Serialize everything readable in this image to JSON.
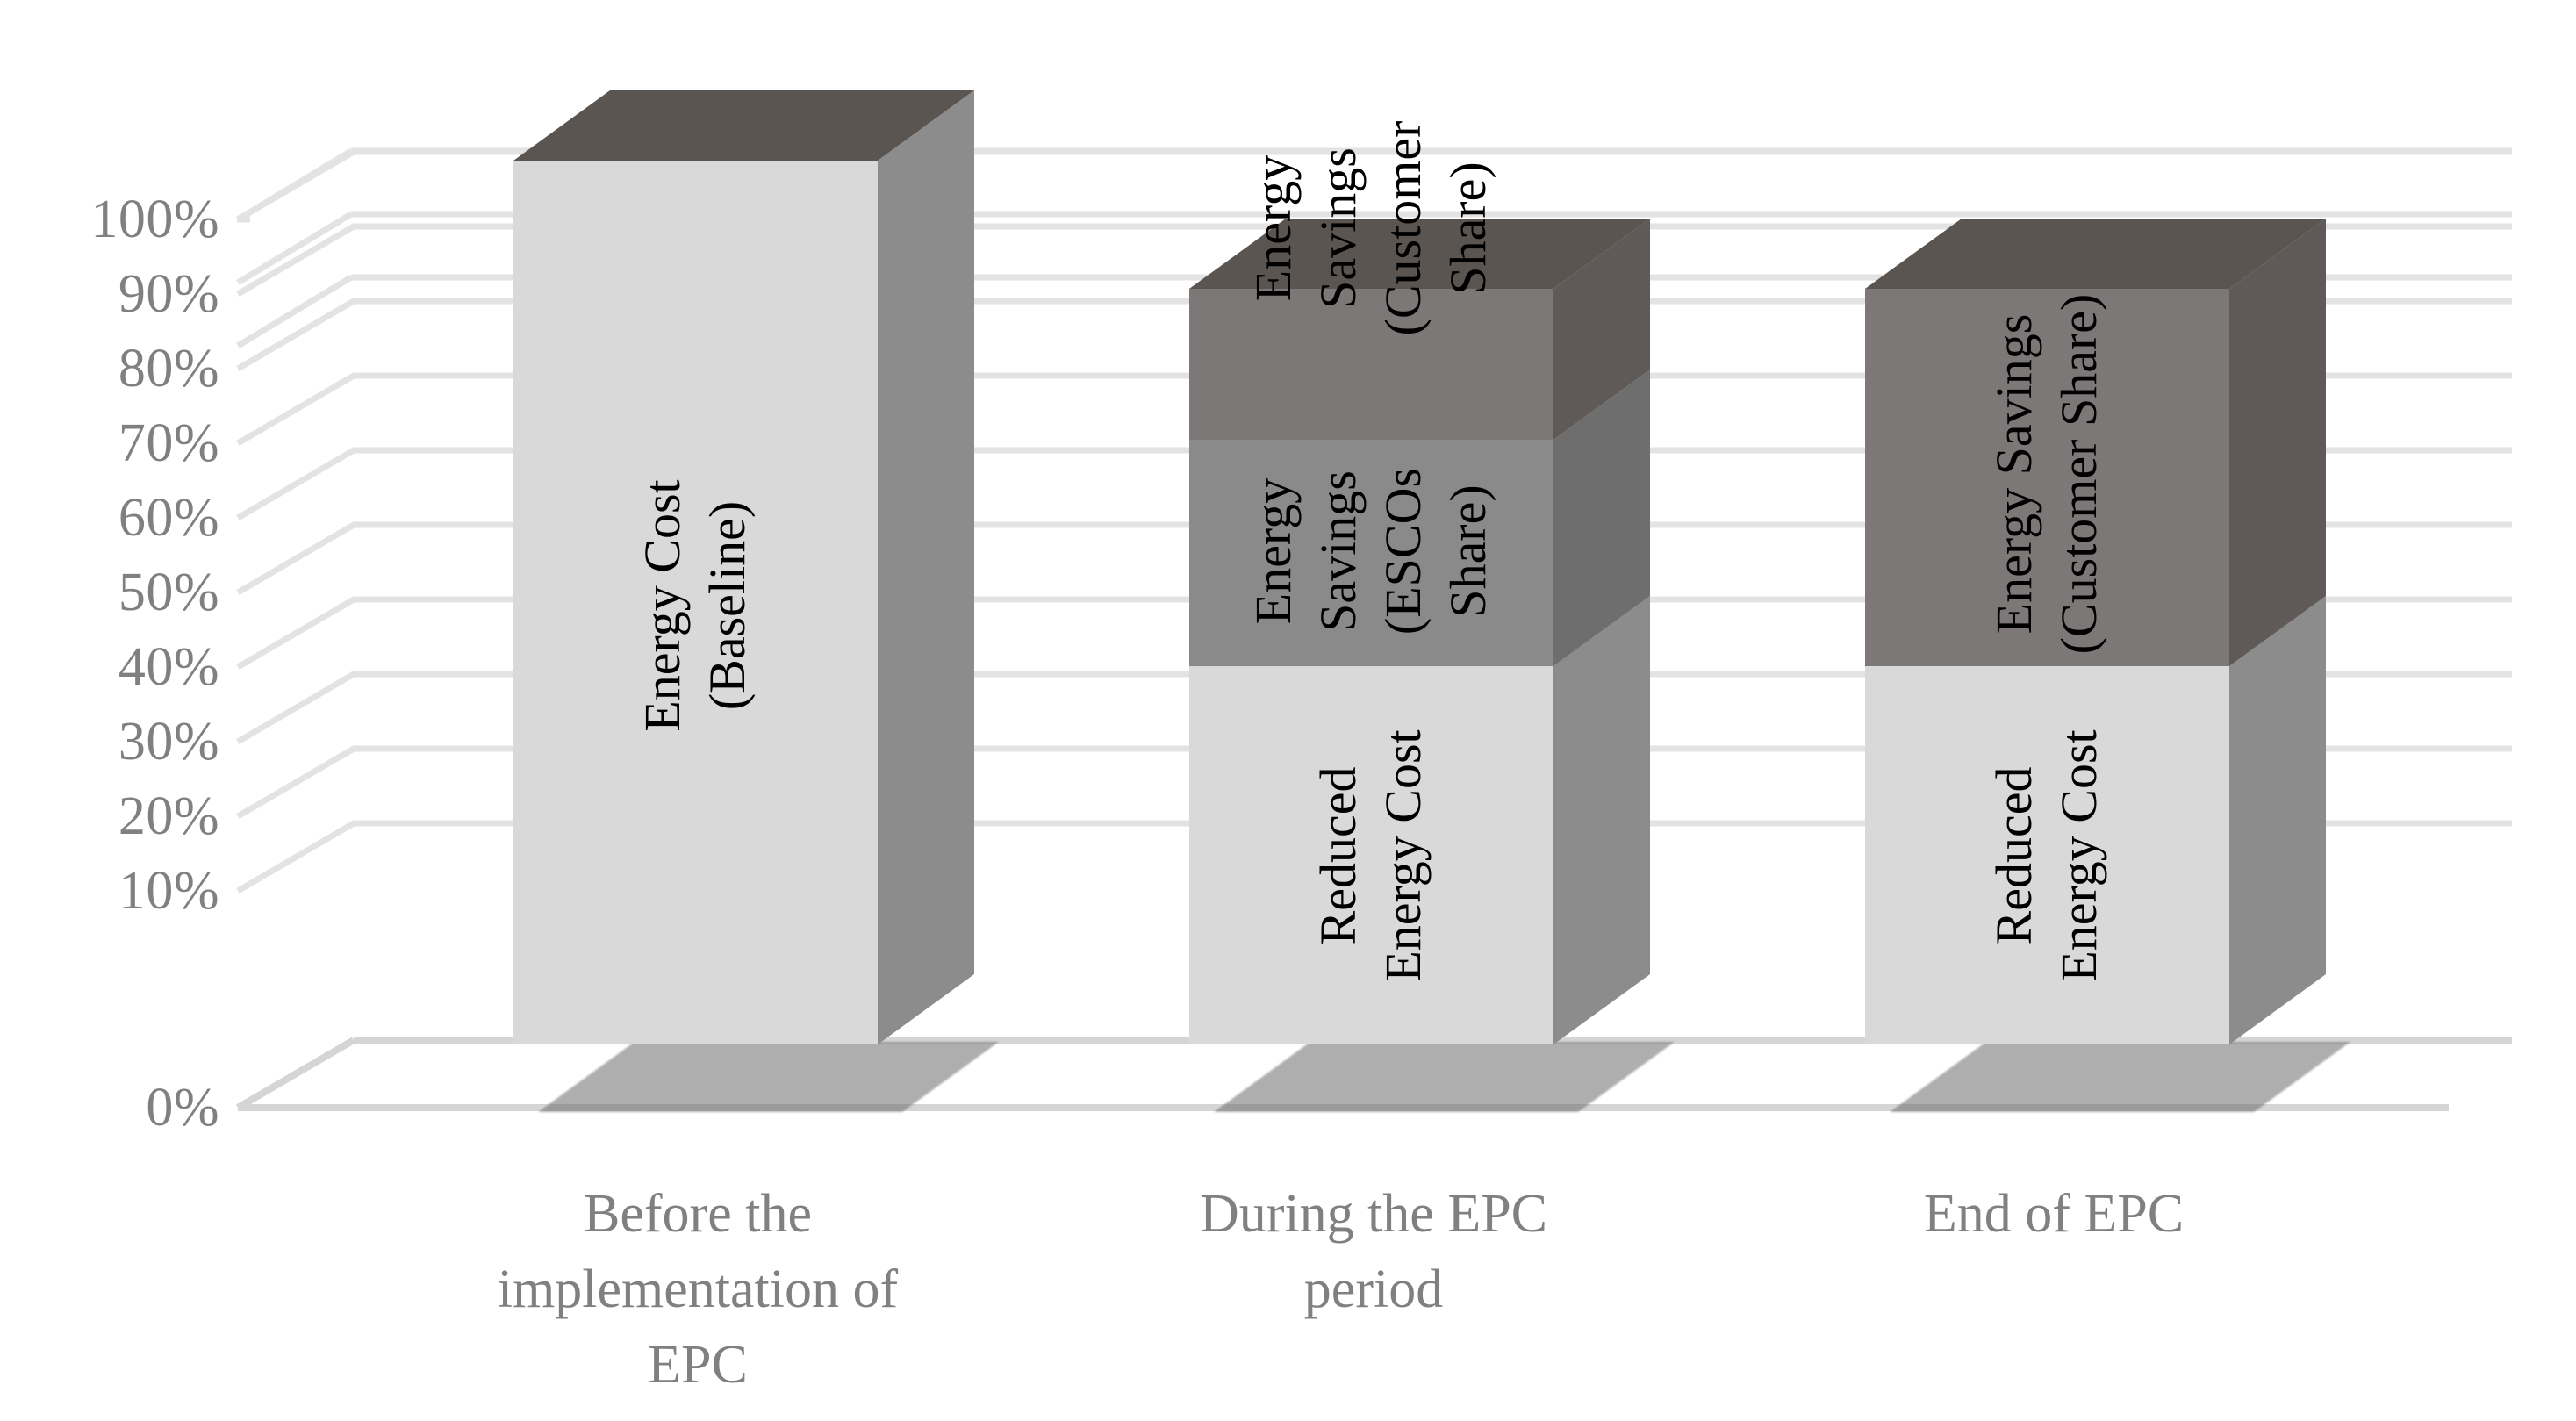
{
  "chart_data": {
    "type": "bar",
    "subtype": "stacked-column-3d",
    "title": "",
    "xlabel": "",
    "ylabel": "",
    "ylim": [
      0,
      100
    ],
    "ytick_labels": [
      "100%",
      "90%",
      "80%",
      "70%",
      "60%",
      "50%",
      "40%",
      "30%",
      "20%",
      "10%",
      "0%"
    ],
    "ytick_values": [
      100,
      90,
      80,
      70,
      60,
      50,
      40,
      30,
      20,
      10,
      0
    ],
    "grid": true,
    "legend": "none (segments labelled in place)",
    "categories": [
      "Before the\nimplementation of\nEPC",
      "During  the EPC\nperiod",
      "End of EPC"
    ],
    "series": [
      {
        "name": "Energy Cost (Baseline)",
        "values": [
          100,
          0,
          0
        ],
        "color": "#d9d9d9"
      },
      {
        "name": "Reduced Energy Cost",
        "values": [
          0,
          50,
          50
        ],
        "color": "#d9d9d9"
      },
      {
        "name": "Energy Savings (ESCOs Share)",
        "values": [
          0,
          30,
          0
        ],
        "color": "#8a8a8a"
      },
      {
        "name": "Energy Savings (Customer Share)",
        "values": [
          0,
          20,
          50
        ],
        "color": "#7d7878"
      }
    ],
    "bars": [
      {
        "category": "Before the implementation of EPC",
        "segments": [
          {
            "label": "Energy Cost\n(Baseline)",
            "from": 0,
            "to": 100,
            "color": "#d9d9d9"
          }
        ]
      },
      {
        "category": "During  the EPC period",
        "segments": [
          {
            "label": "Reduced\nEnergy Cost",
            "from": 0,
            "to": 50,
            "color": "#d9d9d9"
          },
          {
            "label": "Energy\nSavings\n(ESCOs\nShare)",
            "from": 50,
            "to": 80,
            "color": "#8a8a8a"
          },
          {
            "label": "Energy\nSavings\n(Customer\nShare)",
            "from": 80,
            "to": 100,
            "color": "#7d7878"
          }
        ]
      },
      {
        "category": "End of EPC",
        "segments": [
          {
            "label": "Reduced\nEnergy Cost",
            "from": 0,
            "to": 50,
            "color": "#d9d9d9"
          },
          {
            "label": "Energy Savings\n(Customer Share)",
            "from": 50,
            "to": 100,
            "color": "#7d7878"
          }
        ]
      }
    ],
    "colors": {
      "background": "#ffffff",
      "gridline": "#e3e3e3",
      "axis_text": "#808080",
      "segment_label_text": "#000000",
      "front_light": "#d9d9d9",
      "front_mid": "#8a8a8a",
      "front_dark": "#7d7878",
      "top_face": "#5b5552",
      "side_light": "#8c8c8c",
      "side_mid": "#6e6e6e",
      "side_dark": "#5f5a57",
      "shadow": "#6d6d6d"
    }
  },
  "axis": {
    "ticks": [
      {
        "label": "100%"
      },
      {
        "label": "90%"
      },
      {
        "label": "80%"
      },
      {
        "label": "70%"
      },
      {
        "label": "60%"
      },
      {
        "label": "50%"
      },
      {
        "label": "40%"
      },
      {
        "label": "30%"
      },
      {
        "label": "20%"
      },
      {
        "label": "10%"
      },
      {
        "label": "0%"
      }
    ]
  },
  "bar1": {
    "seg1": "Energy Cost\n(Baseline)"
  },
  "bar2": {
    "seg1": "Reduced\nEnergy Cost",
    "seg2": "Energy\nSavings\n(ESCOs\nShare)",
    "seg3": "Energy\nSavings\n(Customer\nShare)"
  },
  "bar3": {
    "seg1": "Reduced\nEnergy Cost",
    "seg2": "Energy Savings\n(Customer Share)"
  },
  "categories": {
    "cat1": "Before the\nimplementation of\nEPC",
    "cat2": "During  the EPC\nperiod",
    "cat3": "End of EPC"
  }
}
